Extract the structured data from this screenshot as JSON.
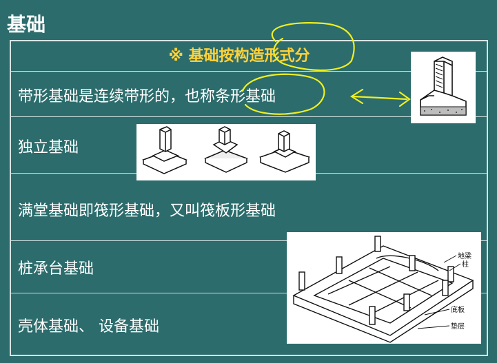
{
  "slide": {
    "title": "基础"
  },
  "table": {
    "header": "※ 基础按构造形式分",
    "rows": [
      {
        "text": "带形基础是连续带形的，也称条形基础"
      },
      {
        "text": "独立基础"
      },
      {
        "text": "满堂基础即筏形基础，又叫筏板形基础"
      },
      {
        "text": "桩承台基础"
      },
      {
        "text": "壳体基础、 设备基础"
      }
    ]
  },
  "figure_labels": {
    "beam": "地梁",
    "column": "柱",
    "slab": "底板",
    "cushion": "垫层"
  },
  "colors": {
    "background": "#2c6c6c",
    "header_text": "#ffd23a",
    "text": "#ffffff",
    "annotation": "#f0f020"
  }
}
